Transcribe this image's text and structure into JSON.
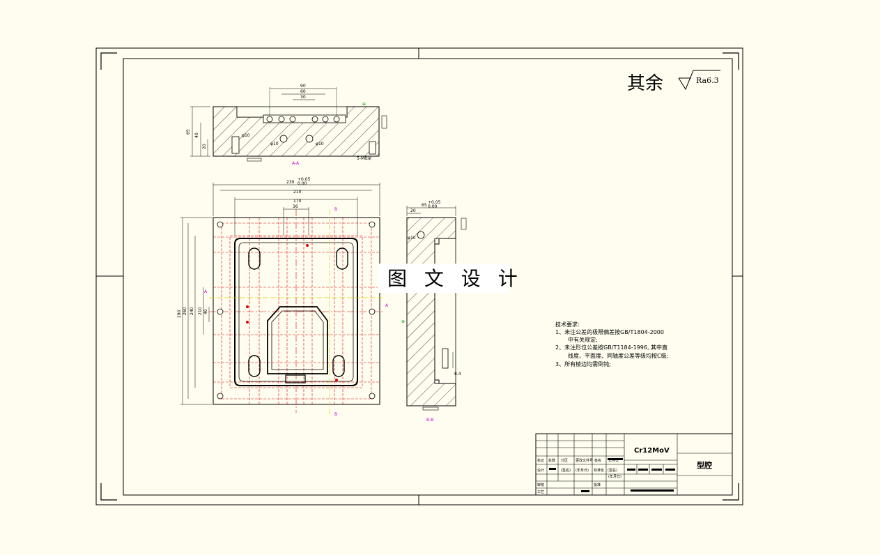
{
  "ui": {
    "roughness_prefix": "其余",
    "roughness_value": "Ra6.3",
    "watermark": "图 文 设 计",
    "material": "Cr12MoV",
    "part_name": "型腔"
  },
  "tech_notes": {
    "title": "技术要求:",
    "lines": [
      "1、未注公差的极限偏差按GB/T1804-2000",
      "中有关规定;",
      "2、未注形位公差按GB/T1184-1996, 其中直",
      "线度、平面度、同轴度公差等级均按C级;",
      "3、所有棱边均需倒钝;"
    ]
  },
  "section_labels": {
    "aa": "A-A",
    "bb": "B-B",
    "a": "A",
    "b": "B"
  },
  "dimensions": {
    "top_view": {
      "d90": "90",
      "d60": "60",
      "d30": "30",
      "h65": "65",
      "h40": "40",
      "h20": "20",
      "phi10a": "φ10",
      "phi10b": "φ10",
      "phi10c": "φ10",
      "side_note": "5-M8深"
    },
    "plan_view": {
      "w230": "230",
      "tol_up": "+0.05",
      "tol_lo": "0.00",
      "w210": "210",
      "w170": "170",
      "w36": "36",
      "h280": "280",
      "h260": "260",
      "h240": "240",
      "h210": "210",
      "h40": "40"
    },
    "side_view": {
      "w65": "65",
      "tol_up": "+0.05",
      "tol_lo": "0.00",
      "w20": "20",
      "phi10": "φ10",
      "d84": "8.4"
    }
  },
  "title_block": {
    "headers": [
      "标记",
      "处数",
      "分区",
      "更改文件号",
      "签名",
      "年月日"
    ],
    "row2": [
      "设计",
      "(签名)",
      "(年月日)",
      "标准化",
      "(签名)",
      "(年月日)"
    ],
    "row3": [
      "审核",
      "工艺",
      "批准"
    ]
  },
  "colors": {
    "background": "#fffdf0",
    "outline": "#000000",
    "hidden_line": "#e00000",
    "section_line": "#e0d000",
    "label_magenta": "#d000d0",
    "label_green": "#00a000"
  }
}
